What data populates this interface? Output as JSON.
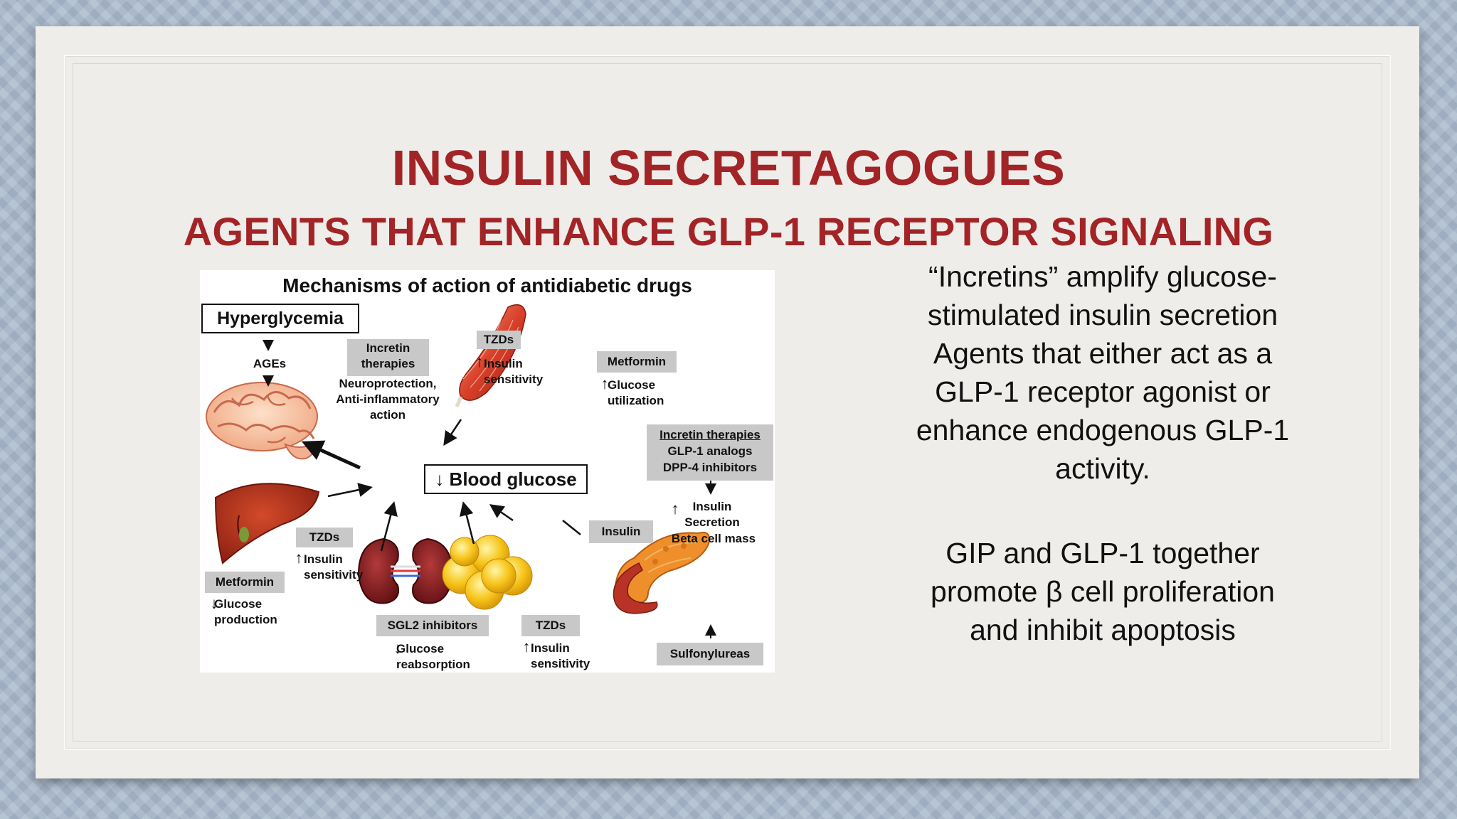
{
  "slide": {
    "title": "INSULIN SECRETAGOGUES",
    "subtitle": "AGENTS THAT ENHANCE GLP-1 RECEPTOR SIGNALING",
    "paragraph1": "“Incretins” amplify glucose-stimulated insulin secretion Agents that either act as a GLP-1 receptor agonist or enhance endogenous GLP-1 activity.",
    "paragraph2": "GIP and GLP-1 together promote β cell proliferation and inhibit apoptosis"
  },
  "diagram": {
    "title": "Mechanisms of action of antidiabetic drugs",
    "hyperglycemia": "Hyperglycemia",
    "ages": "AGEs",
    "incretin_box": "Incretin therapies",
    "incretin_effect": "Neuroprotection, Anti-inflammatory action",
    "tzd_muscle": "TZDs",
    "tzd_muscle_effect": "Insulin sensitivity",
    "metformin_muscle": "Metformin",
    "metformin_muscle_effect": "Glucose utilization",
    "incretin_pancreas_title": "Incretin therapies",
    "incretin_pancreas_line2": "GLP-1 analogs",
    "incretin_pancreas_line3": "DPP-4 inhibitors",
    "insulin_secretion_1": "Insulin",
    "insulin_secretion_2": "Secretion",
    "beta_cell_mass": "Beta cell mass",
    "blood_glucose": "Blood glucose",
    "tzd_liver": "TZDs",
    "tzd_liver_effect": "Insulin sensitivity",
    "metformin_liver": "Metformin",
    "metformin_liver_effect": "Glucose production",
    "sgl2": "SGL2 inhibitors",
    "sgl2_effect": "Glucose reabsorption",
    "tzd_fat": "TZDs",
    "tzd_fat_effect": "Insulin sensitivity",
    "insulin": "Insulin",
    "sulfonylureas": "Sulfonylureas"
  },
  "colors": {
    "title": "#a32426",
    "label_box": "#c8c8c8"
  }
}
